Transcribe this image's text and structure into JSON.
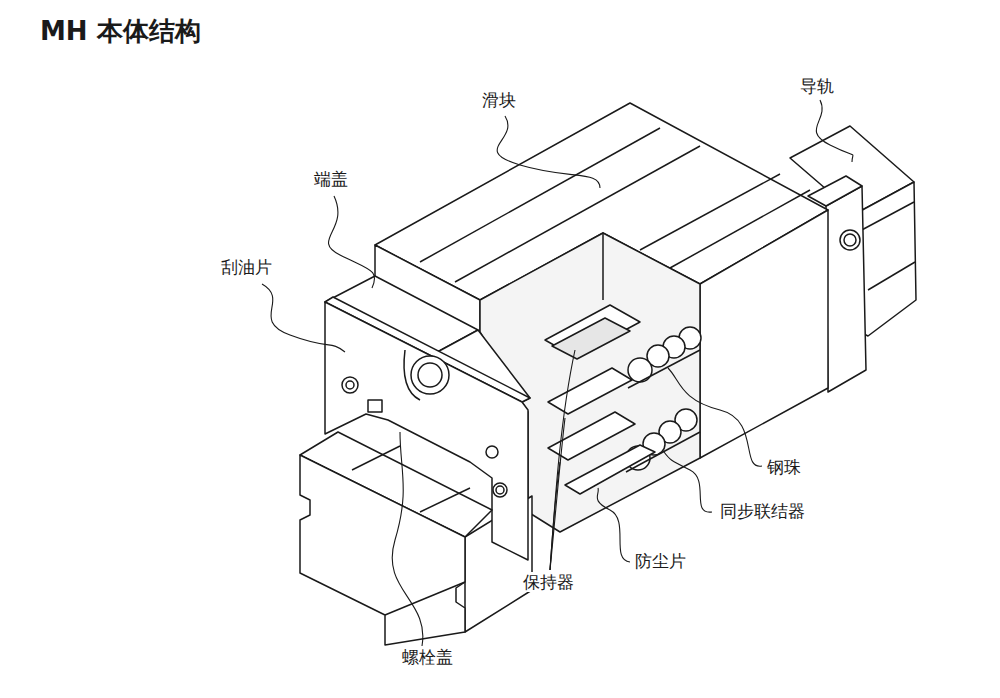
{
  "diagram": {
    "title": "MH 本体结构",
    "labels": [
      "滑块",
      "导轨",
      "端盖",
      "刮油片",
      "钢珠",
      "同步联结器",
      "防尘片",
      "保持器",
      "螺栓盖"
    ]
  }
}
